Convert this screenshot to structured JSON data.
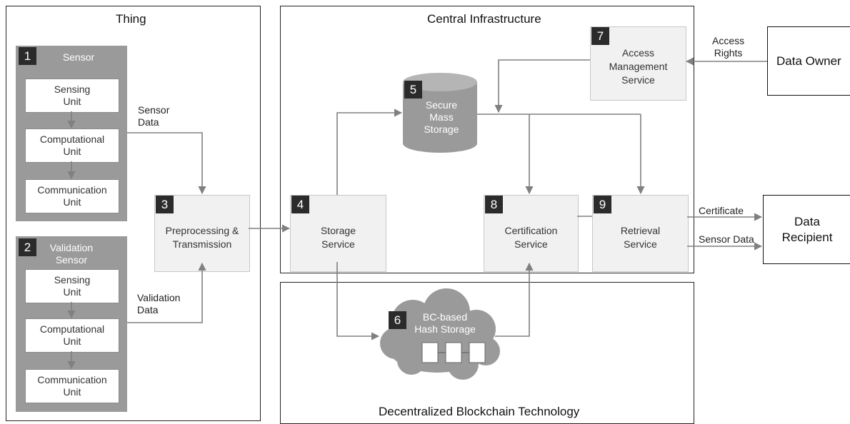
{
  "regions": {
    "thing": "Thing",
    "central": "Central Infrastructure",
    "blockchain": "Decentralized Blockchain Technology"
  },
  "sensor": {
    "number": "1",
    "title": "Sensor",
    "units": [
      "Sensing\nUnit",
      "Computational\nUnit",
      "Communication\nUnit"
    ]
  },
  "validation_sensor": {
    "number": "2",
    "title": "Validation\nSensor",
    "units": [
      "Sensing\nUnit",
      "Computational\nUnit",
      "Communication\nUnit"
    ]
  },
  "nodes": {
    "preprocessing": {
      "number": "3",
      "label": "Preprocessing &\nTransmission"
    },
    "storage": {
      "number": "4",
      "label": "Storage\nService"
    },
    "mass_storage": {
      "number": "5",
      "label": "Secure\nMass\nStorage"
    },
    "hash_storage": {
      "number": "6",
      "label": "BC-based\nHash Storage"
    },
    "access": {
      "number": "7",
      "label": "Access\nManagement\nService"
    },
    "certification": {
      "number": "8",
      "label": "Certification\nService"
    },
    "retrieval": {
      "number": "9",
      "label": "Retrieval\nService"
    }
  },
  "external": {
    "data_owner": "Data Owner",
    "data_recipient": "Data\nRecipient"
  },
  "edge_labels": {
    "sensor_data_in": "Sensor\nData",
    "validation_data": "Validation\nData",
    "access_rights": "Access\nRights",
    "certificate": "Certificate",
    "sensor_data_out": "Sensor Data"
  },
  "colors": {
    "panel_gray": "#9a9a9a",
    "service_fill": "#f1f1f1",
    "badge": "#2b2b2b",
    "arrow": "#808080"
  }
}
